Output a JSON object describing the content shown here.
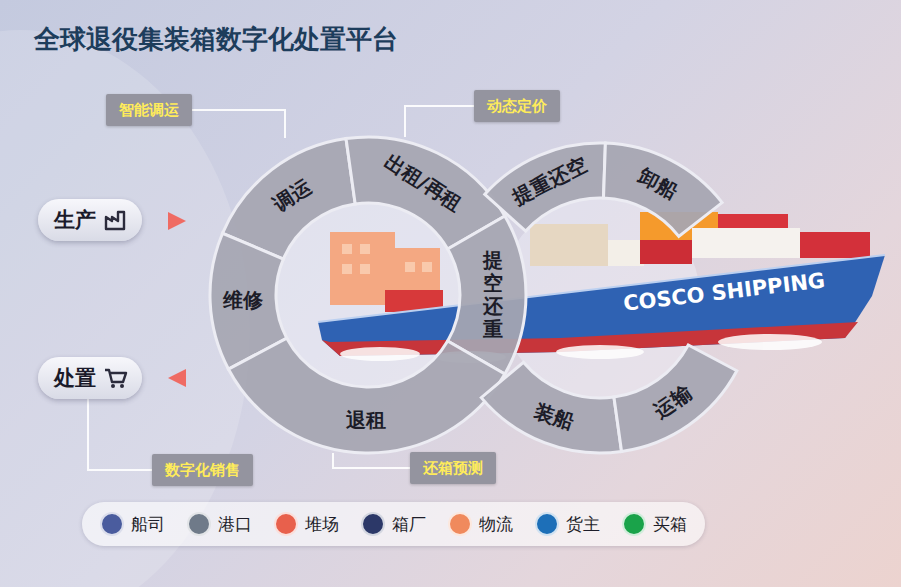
{
  "diagram": {
    "title": "全球退役集装箱数字化处置平台",
    "nodes": [
      {
        "text": [
          "智能调运"
        ]
      },
      {
        "text": [
          "动态定价"
        ]
      },
      {
        "text": [
          "生产"
        ]
      },
      {
        "text": [
          "调运"
        ]
      },
      {
        "text": [
          "出租/再租"
        ]
      },
      {
        "text": [
          "提重还空"
        ]
      },
      {
        "text": [
          "卸船"
        ]
      },
      {
        "text": [
          "维修"
        ]
      },
      {
        "text": [
          "提空 还重"
        ]
      },
      {
        "text": [
          "处置"
        ]
      },
      {
        "text": [
          "退租"
        ]
      },
      {
        "text": [
          "装船"
        ]
      },
      {
        "text": [
          "运输"
        ]
      },
      {
        "text": [
          "数字化销售"
        ]
      },
      {
        "text": [
          "还箱预测"
        ]
      }
    ],
    "edges": [
      {
        "from": 0,
        "to": 3,
        "arrow": "none"
      },
      {
        "from": 1,
        "to": 4,
        "arrow": "none"
      },
      {
        "from": 9,
        "to": 13,
        "arrow": "none"
      },
      {
        "from": 14,
        "to": 10,
        "arrow": "none"
      }
    ],
    "labels": [
      "COSCO SHIPPING"
    ],
    "legend": [
      {
        "text": "船司",
        "color": "#4a5c9e"
      },
      {
        "text": "港口",
        "color": "#6f7a89"
      },
      {
        "text": "堆场",
        "color": "#e8604c"
      },
      {
        "text": "箱厂",
        "color": "#2c3868"
      },
      {
        "text": "物流",
        "color": "#f08a5d"
      },
      {
        "text": "货主",
        "color": "#1d6fb8"
      },
      {
        "text": "买箱",
        "color": "#1aa34a"
      }
    ]
  }
}
